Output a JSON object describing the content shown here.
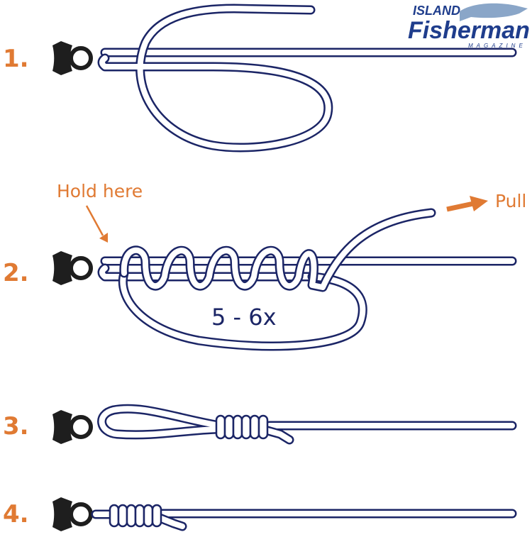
{
  "title": "Uni knot tying steps",
  "logo": {
    "line1": "ISLAND",
    "line2": "Fisherman",
    "line3": "MAGAZINE"
  },
  "steps": [
    {
      "number": "1."
    },
    {
      "number": "2.",
      "hold_label": "Hold here",
      "pull_label": "Pull",
      "wraps_label": "5 - 6x"
    },
    {
      "number": "3."
    },
    {
      "number": "4."
    }
  ],
  "colors": {
    "line": "#1b2566",
    "accent": "#e07a33",
    "swivel": "#1e1e1e",
    "logo": "#1f3d8c",
    "fish": "#8aa6c8"
  }
}
